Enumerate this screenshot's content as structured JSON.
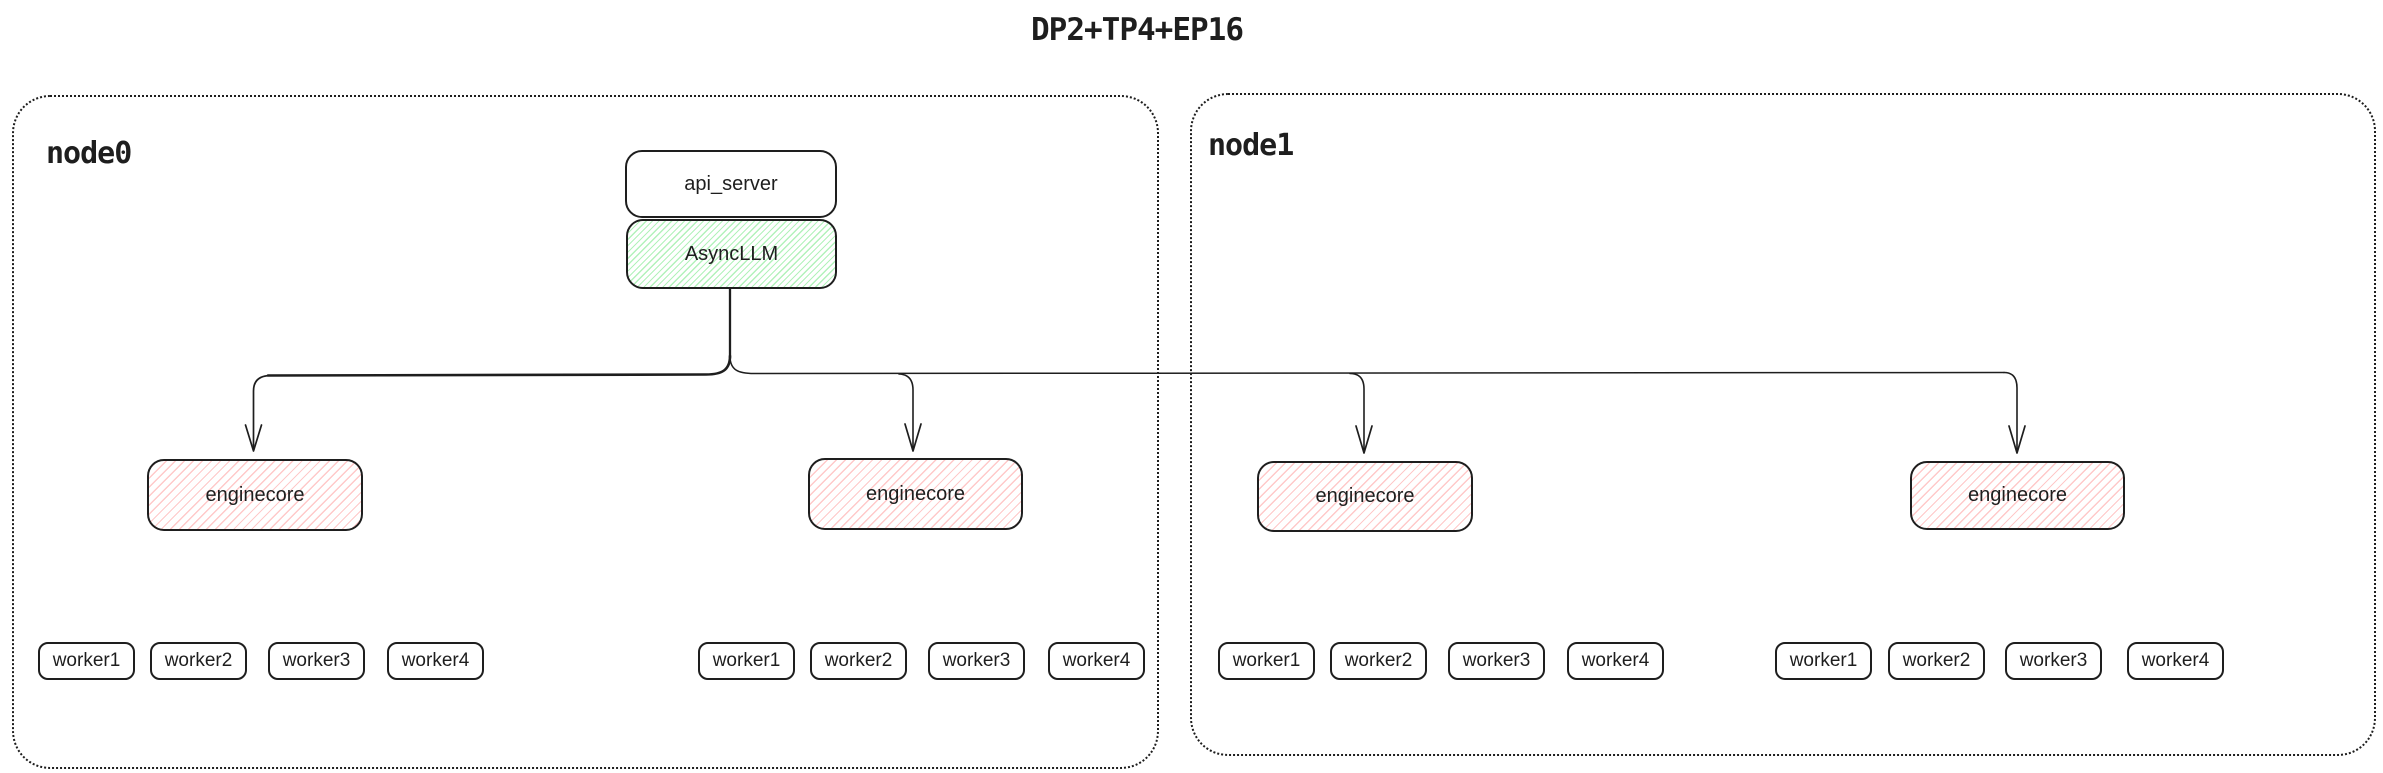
{
  "title": "DP2+TP4+EP16",
  "nodes": [
    {
      "label": "node0"
    },
    {
      "label": "node1"
    }
  ],
  "api_server": {
    "label": "api_server"
  },
  "async_llm": {
    "label": "AsyncLLM"
  },
  "enginecores": [
    "enginecore",
    "enginecore",
    "enginecore",
    "enginecore"
  ],
  "worker_groups": [
    [
      "worker1",
      "worker2",
      "worker3",
      "worker4"
    ],
    [
      "worker1",
      "worker2",
      "worker3",
      "worker4"
    ],
    [
      "worker1",
      "worker2",
      "worker3",
      "worker4"
    ],
    [
      "worker1",
      "worker2",
      "worker3",
      "worker4"
    ]
  ],
  "colors": {
    "ink": "#1e1e1e",
    "green_hatch": "#b2f2bb",
    "red_hatch": "#ffc9c9",
    "background": "#ffffff"
  }
}
